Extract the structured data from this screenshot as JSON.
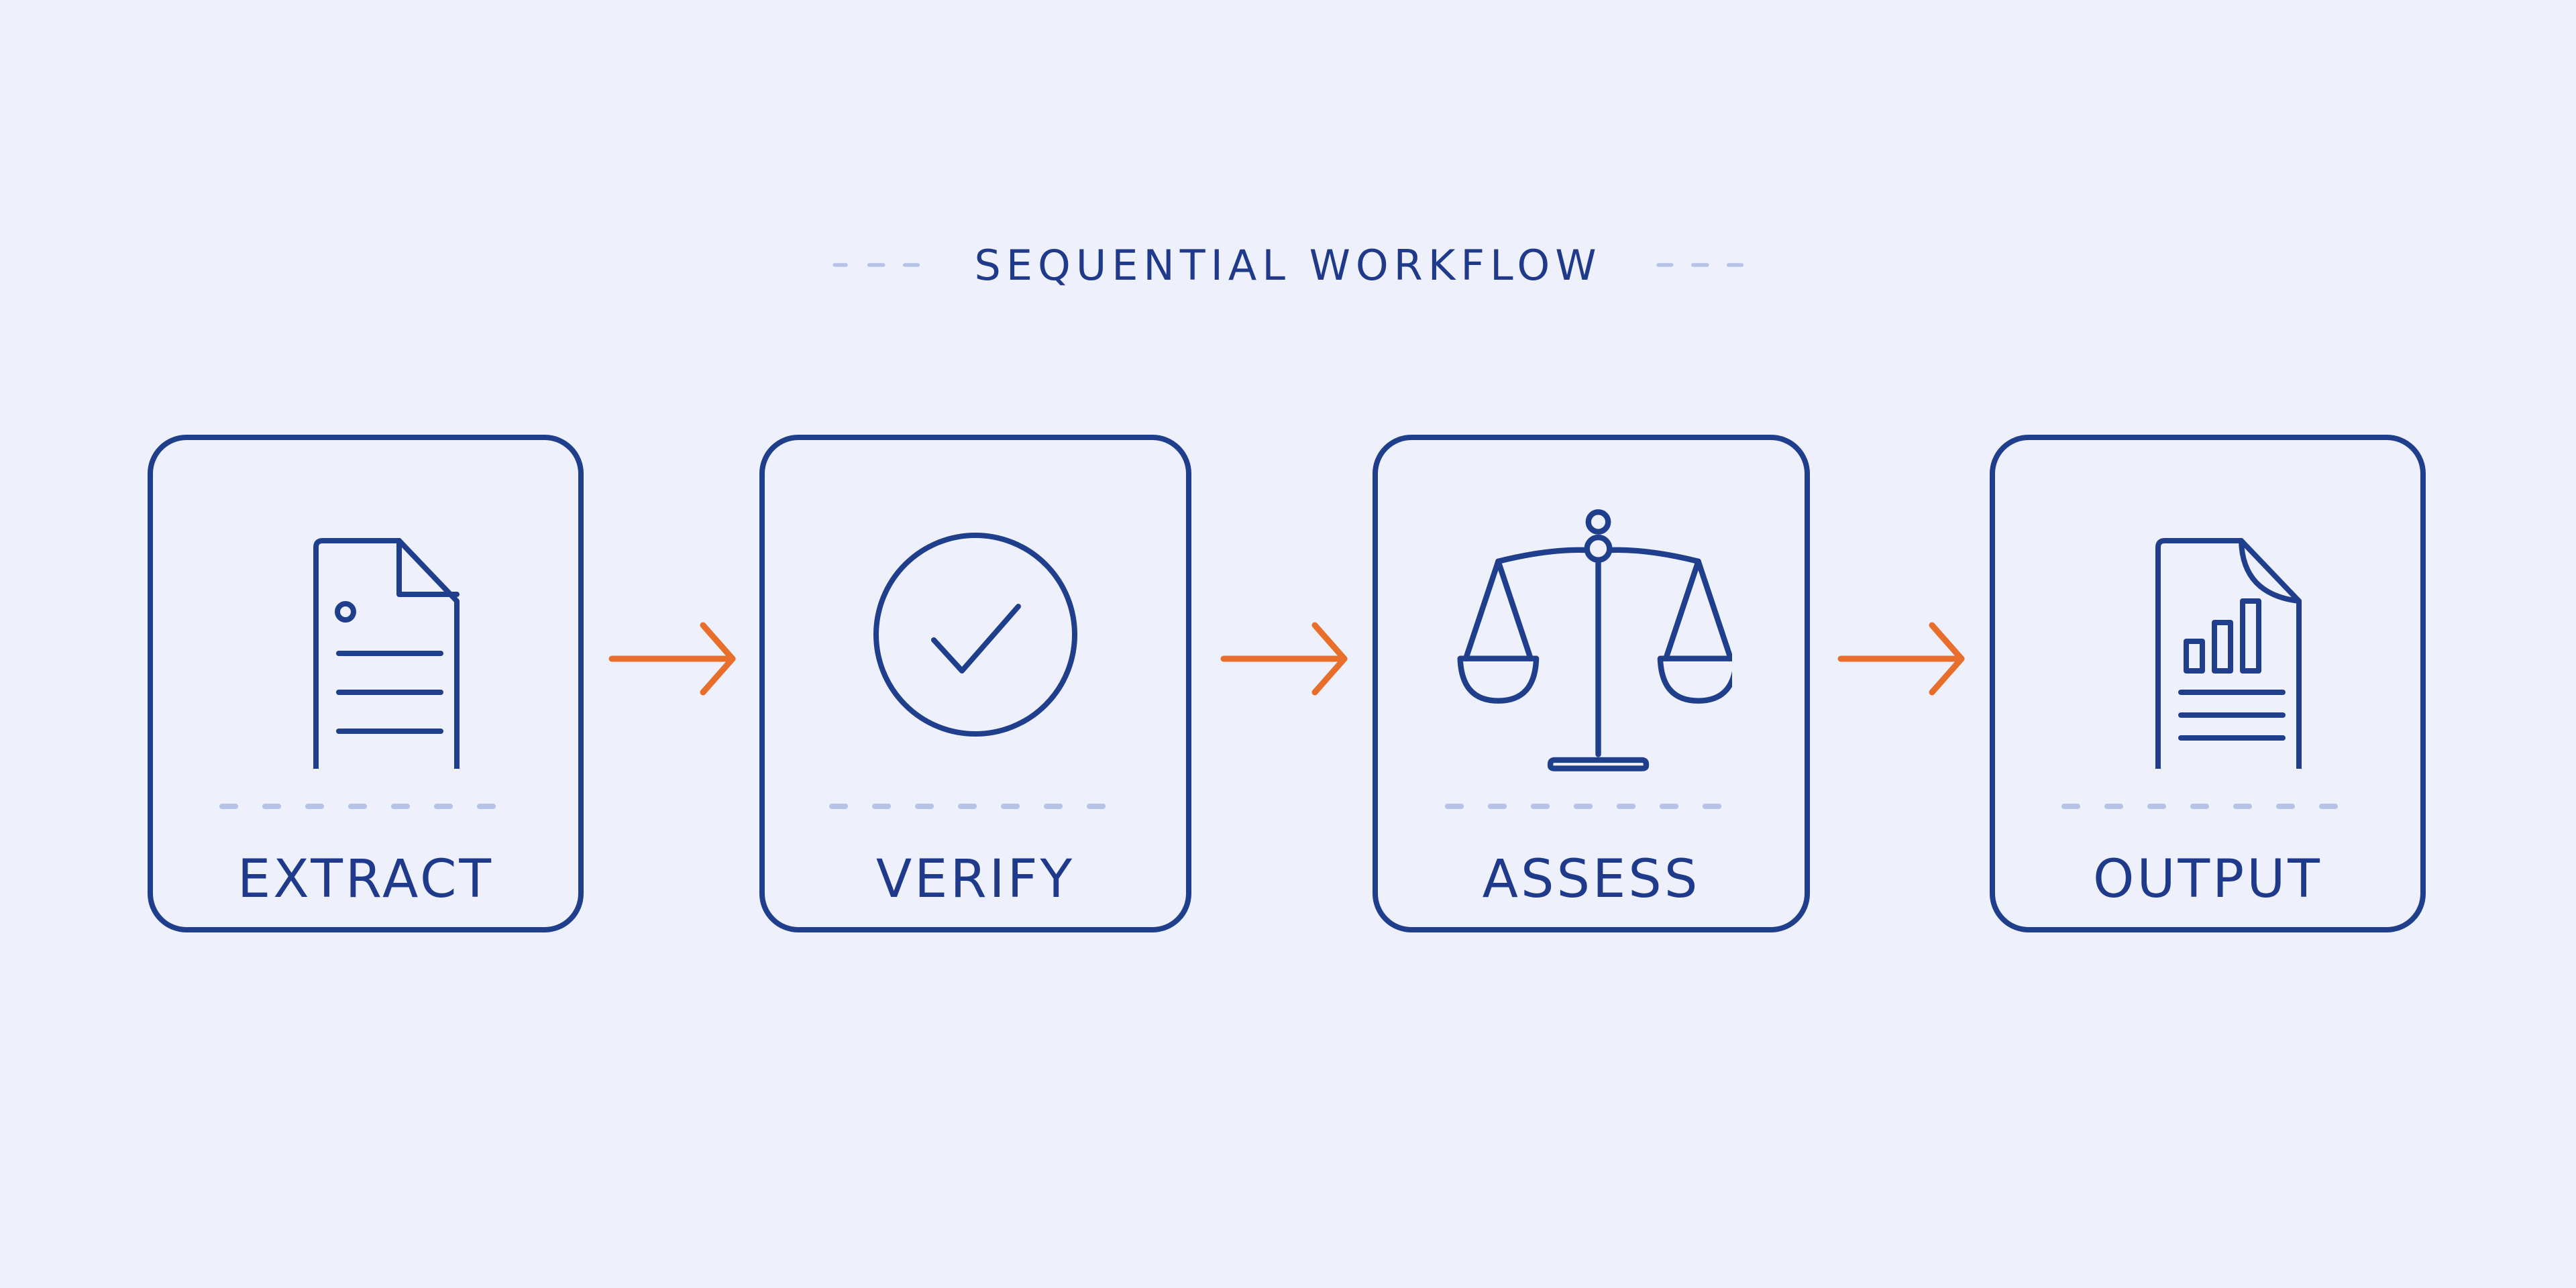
{
  "title": "SEQUENTIAL WORKFLOW",
  "steps": [
    {
      "label": "EXTRACT",
      "icon": "document-icon"
    },
    {
      "label": "VERIFY",
      "icon": "check-circle-icon"
    },
    {
      "label": "ASSESS",
      "icon": "scales-icon"
    },
    {
      "label": "OUTPUT",
      "icon": "report-chart-icon"
    }
  ],
  "colors": {
    "background": "#eef0fb",
    "primary": "#1f3e8c",
    "arrow": "#e76f2b",
    "divider": "#b5c3e8"
  }
}
